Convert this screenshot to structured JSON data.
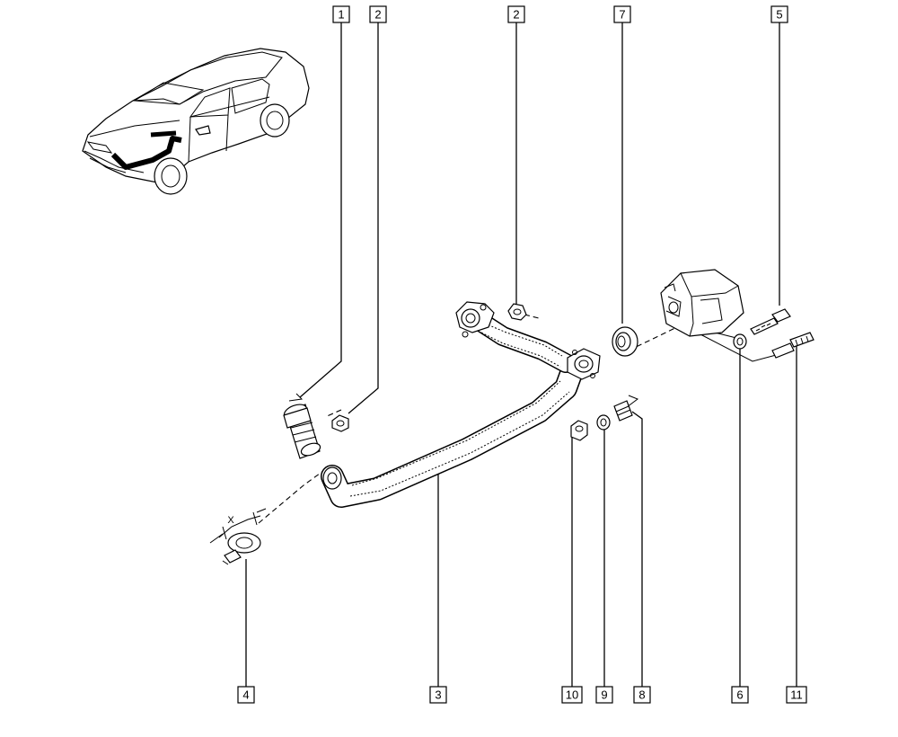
{
  "callouts": [
    {
      "id": "c1",
      "text": "1"
    },
    {
      "id": "c2a",
      "text": "2"
    },
    {
      "id": "c2b",
      "text": "2"
    },
    {
      "id": "c7",
      "text": "7"
    },
    {
      "id": "c5",
      "text": "5"
    },
    {
      "id": "c4",
      "text": "4"
    },
    {
      "id": "c3",
      "text": "3"
    },
    {
      "id": "c10",
      "text": "10"
    },
    {
      "id": "c9",
      "text": "9"
    },
    {
      "id": "c8",
      "text": "8"
    },
    {
      "id": "c6",
      "text": "6"
    },
    {
      "id": "c11",
      "text": "11"
    }
  ],
  "dimension_label": "X"
}
